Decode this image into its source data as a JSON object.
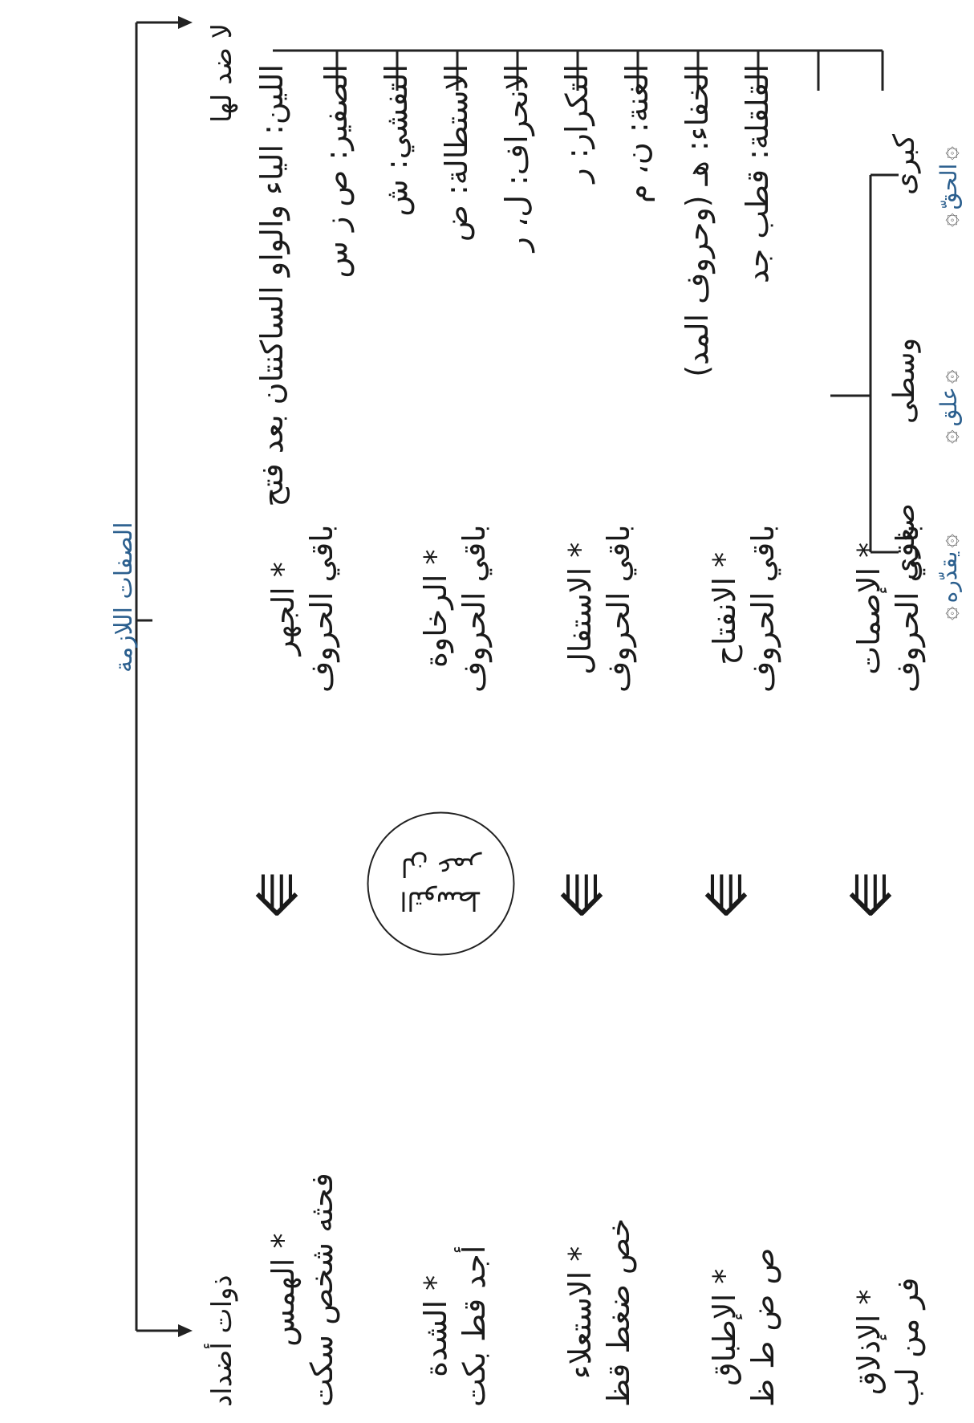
{
  "title": "الصفات اللازمة",
  "with_opposites": {
    "label": "ذوات أضداد",
    "rows": [
      {
        "name": "الهمس",
        "letters": "فحثه شخص سكت",
        "arrow": "⟰",
        "opposite_name": "الجهر",
        "opposite_letters": "باقي الحروف"
      },
      {
        "name": "الشدة",
        "letters": "أجد قط بكت",
        "middle": [
          "التوسط",
          "لن عمر"
        ],
        "opposite_name": "الرخاوة",
        "opposite_letters": "باقي الحروف"
      },
      {
        "name": "الاستعلاء",
        "letters": "خص ضغط قظ",
        "arrow": "⟰",
        "opposite_name": "الاستفال",
        "opposite_letters": "باقي الحروف"
      },
      {
        "name": "الإطباق",
        "letters": "ص ض ط ظ",
        "arrow": "⟰",
        "opposite_name": "الانفتاح",
        "opposite_letters": "باقي الحروف"
      },
      {
        "name": "الإذلاق",
        "letters": "فر من لب",
        "arrow": "⟰",
        "opposite_name": "الإصمات",
        "opposite_letters": "باقي الحروف"
      }
    ],
    "star": "*"
  },
  "without_opposites": {
    "label": "لا ضد لها",
    "items": [
      "اللين: الياء والواو الساكنتان بعد فتح",
      "الصفير: ص ز س",
      "التفشي: ش",
      "الاستطالة: ض",
      "الانحراف: ل، ر",
      "التكرار: ر",
      "الغنة: ن، م",
      "الخفاء: هـ (وحروف المد)",
      "القلقلة: قطب جد"
    ],
    "qalqala_levels": [
      {
        "level": "كبرى",
        "example": "الحقّ"
      },
      {
        "level": "وسطى",
        "example": "علق"
      },
      {
        "level": "صغرى",
        "example": "يقدّره"
      }
    ],
    "ornament": "۞"
  }
}
